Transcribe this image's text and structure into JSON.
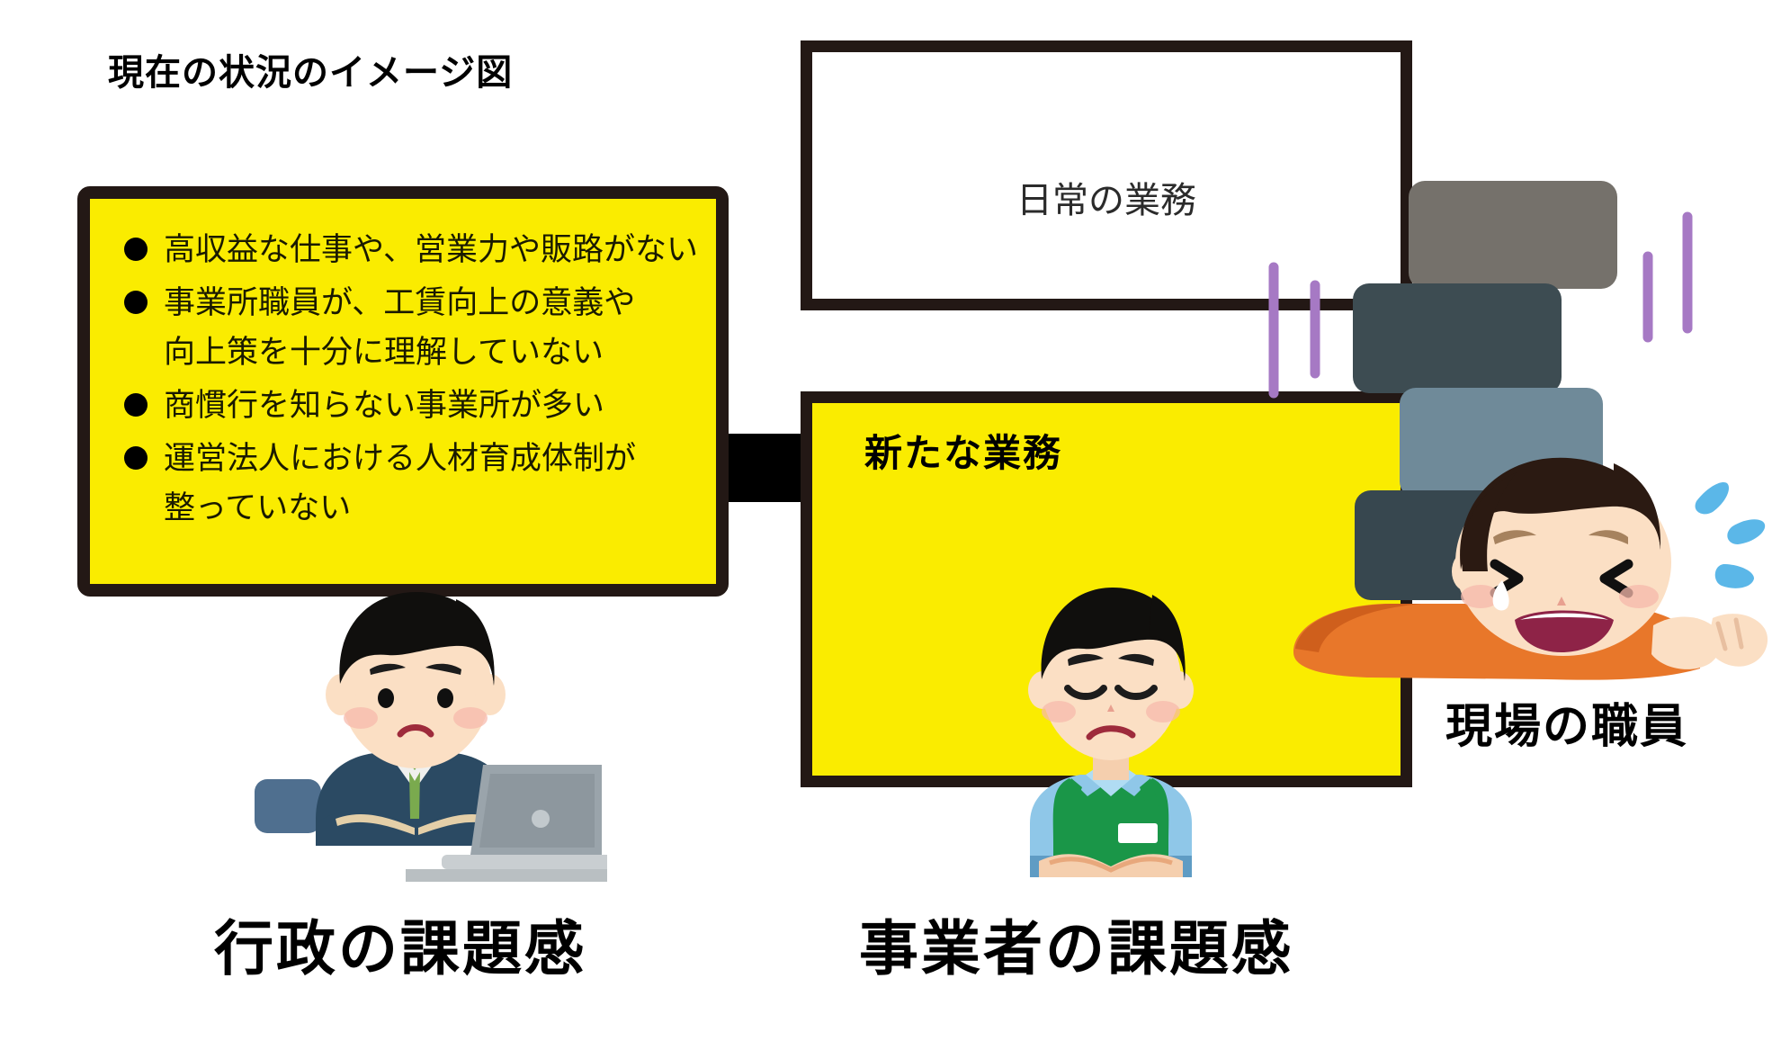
{
  "title": "現在の状況のイメージ図",
  "colors": {
    "yellow": "#faec00",
    "outline": "#231815",
    "background": "#ffffff",
    "text": "#000000",
    "box_grey": "#75716b",
    "box_dark_slate": "#3d4c52",
    "box_light_slate": "#6f8a99",
    "box_dark_slate2": "#37474f",
    "sweat_blue": "#5bb7e8",
    "stress_purple": "#a679c4",
    "apron_green": "#1a9648",
    "shirt_blue": "#8fc7e8",
    "suit_navy": "#2b4a63",
    "tie_green": "#7aaa4e",
    "skin": "#f8d9bd",
    "hair": "#100f0d",
    "orange_sleeve": "#e8772a"
  },
  "issue_box": {
    "name": "行政の課題感リスト",
    "items": [
      {
        "bullet": "●",
        "lines": [
          "高収益な仕事や、営業力や販路がない"
        ]
      },
      {
        "bullet": "●",
        "lines": [
          "事業所職員が、工賃向上の意義や",
          "向上策を十分に理解していない"
        ]
      },
      {
        "bullet": "●",
        "lines": [
          "商慣行を知らない事業所が多い"
        ]
      },
      {
        "bullet": "●",
        "lines": [
          "運営法人における人材育成体制が",
          "整っていない"
        ]
      }
    ]
  },
  "arrow": {
    "name": "right-arrow",
    "direction": "right"
  },
  "daily_box": {
    "label": "日常の業務"
  },
  "new_box": {
    "label": "新たな業務"
  },
  "captions": {
    "admin": "行政の課題感",
    "operator": "事業者の課題感",
    "field_staff": "現場の職員"
  },
  "illustrations": {
    "businessman": "worried-businessman-with-laptop",
    "worker": "sad-worker-with-green-apron",
    "crushed_staff": "staff-crushed-under-stacked-boxes",
    "stacked_boxes": [
      {
        "name": "box-top",
        "color": "#75716b"
      },
      {
        "name": "box-second",
        "color": "#3d4c52"
      },
      {
        "name": "box-third",
        "color": "#6f8a99"
      },
      {
        "name": "box-fourth",
        "color": "#37474f"
      }
    ]
  }
}
